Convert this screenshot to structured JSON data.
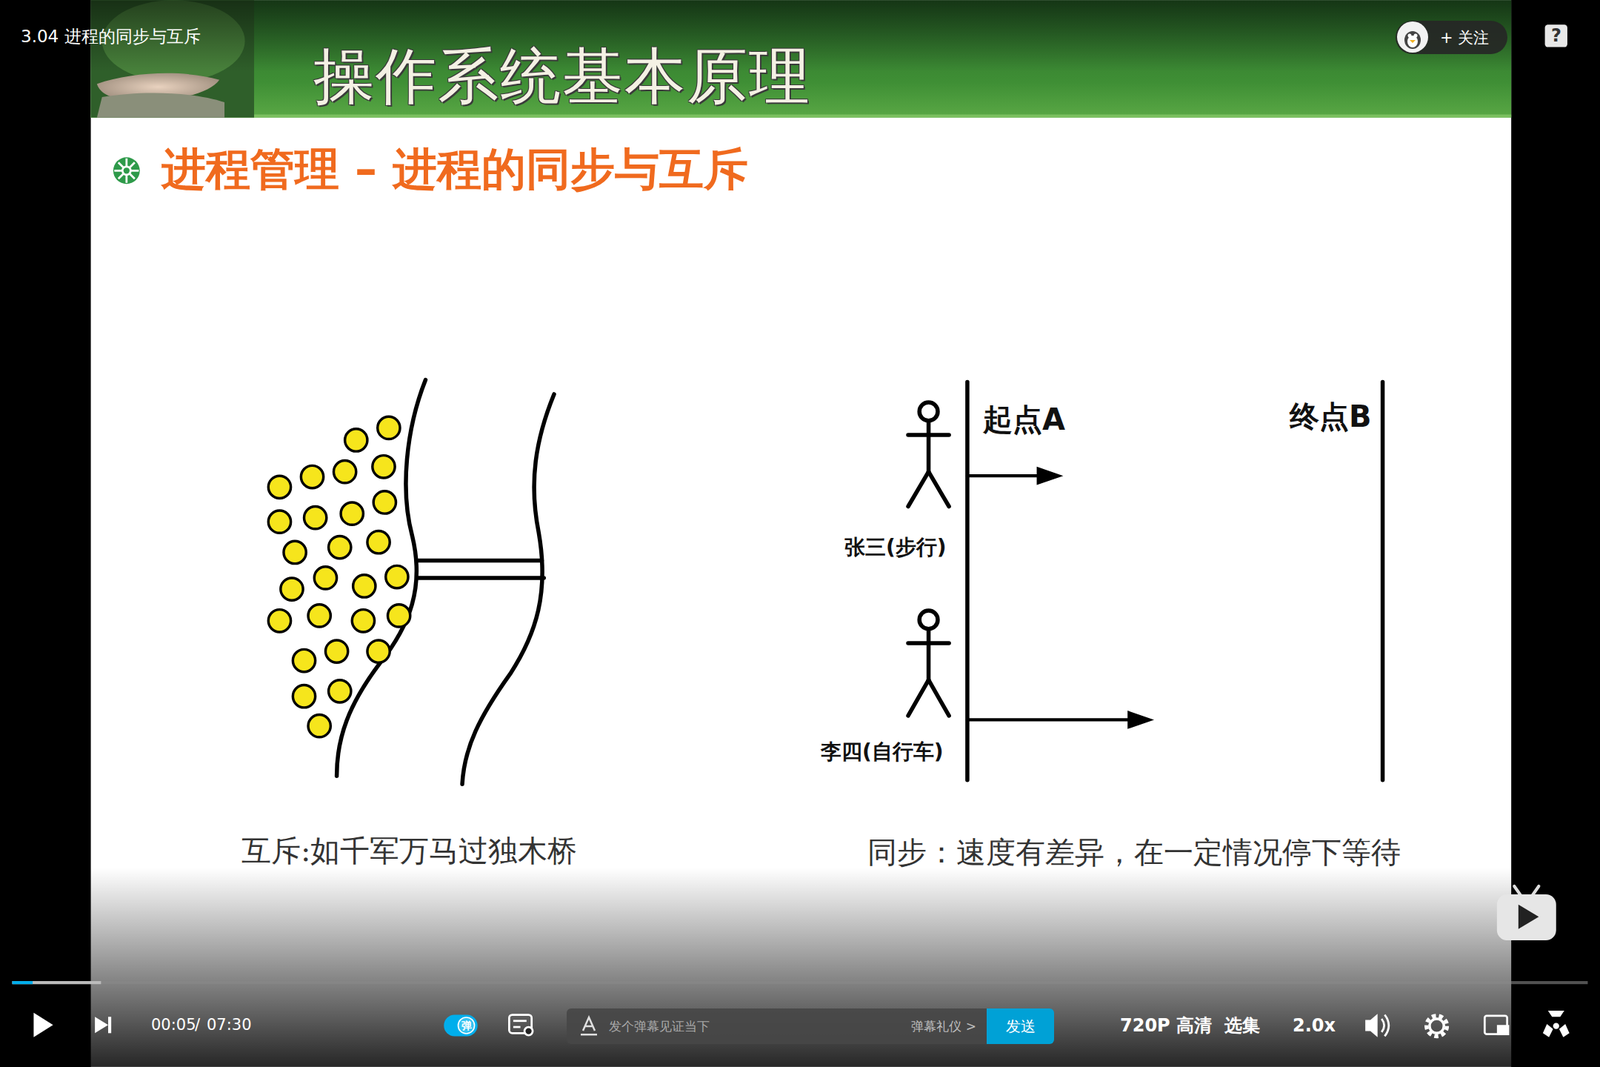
{
  "diagram": {
    "title": "操作系统基本原理",
    "nodes": [
      {
        "text": [
          "+ 关注"
        ]
      },
      {
        "text": [
          "发个弹幕见证当下",
          "弹幕礼仪 >"
        ]
      },
      {
        "text": [
          "发送"
        ]
      }
    ],
    "labels": [
      "3.04 进程的同步与互斥",
      "?",
      "进程管理 – 进程的同步与互斥",
      "起点A",
      "终点B",
      "张三(步行)",
      "李四(自行车)",
      "互斥:如千军万马过独木桥",
      "同步：速度有差异，在一定情况停下等待",
      "00:05",
      "/",
      "07:30",
      "弹",
      "720P 高清",
      "选集",
      "2.0x"
    ]
  }
}
